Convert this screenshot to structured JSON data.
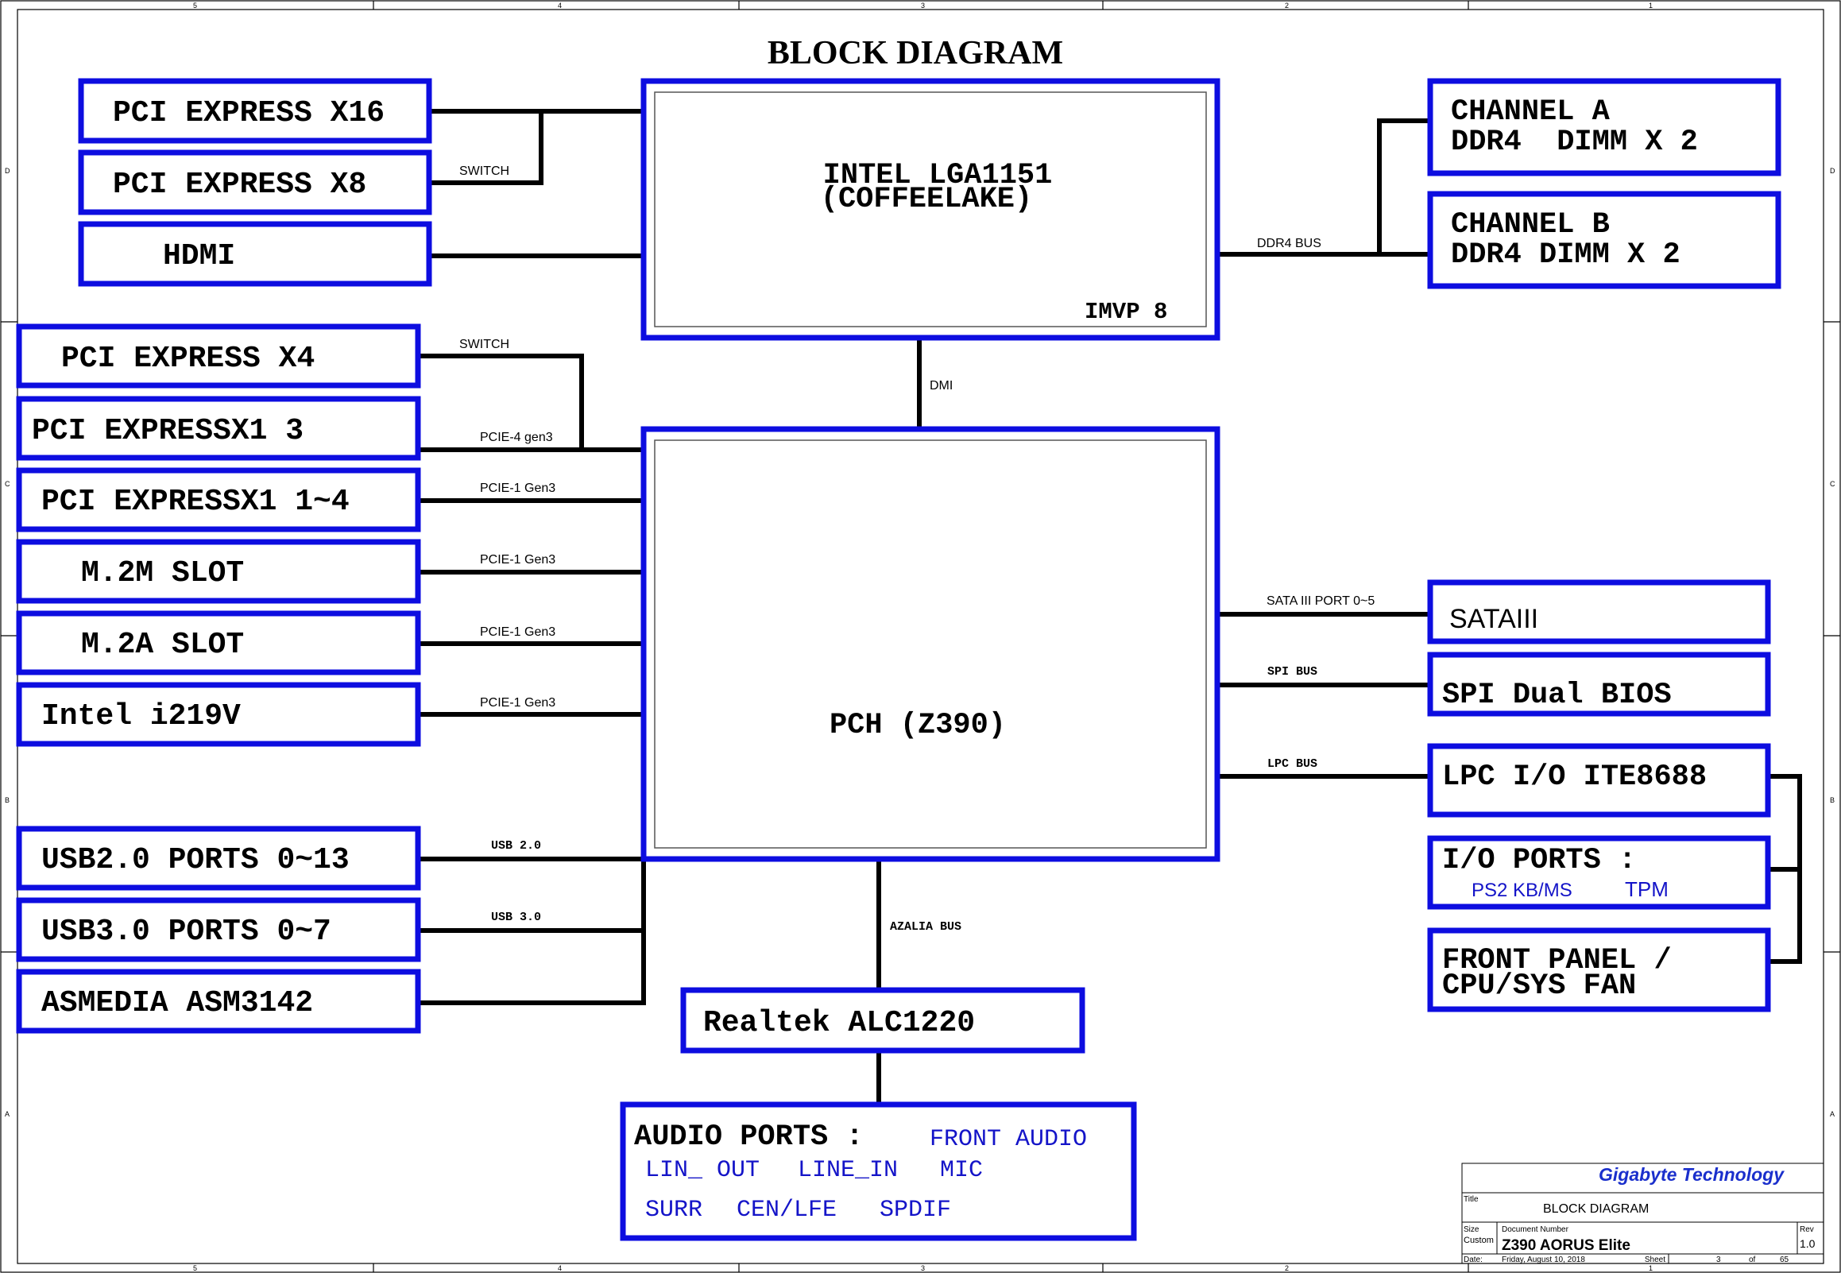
{
  "title": "BLOCK DIAGRAM",
  "cpu": {
    "line1": "INTEL LGA1151",
    "line2": "(COFFEELAKE)",
    "vr": "IMVP 8"
  },
  "pch": {
    "label": "PCH (Z390)"
  },
  "left_top": [
    {
      "label": "PCI EXPRESS X16"
    },
    {
      "label": "PCI EXPRESS X8"
    },
    {
      "label": "HDMI"
    }
  ],
  "left_mid": [
    {
      "label": "PCI EXPRESS X4"
    },
    {
      "label": "PCI EXPRESSX1 3"
    },
    {
      "label": "PCI EXPRESSX1 1~4"
    },
    {
      "label": "M.2M SLOT"
    },
    {
      "label": "M.2A SLOT"
    },
    {
      "label": "Intel i219V"
    }
  ],
  "left_bottom": [
    {
      "label": "USB2.0 PORTS 0~13"
    },
    {
      "label": "USB3.0 PORTS 0~7"
    },
    {
      "label": "ASMEDIA ASM3142"
    }
  ],
  "memory": [
    {
      "line1": "CHANNEL A",
      "line2": "DDR4  DIMM X 2"
    },
    {
      "line1": "CHANNEL B",
      "line2": "DDR4 DIMM X 2"
    }
  ],
  "right_io": {
    "sata": "SATAIII",
    "spi": "SPI Dual BIOS",
    "lpc": "LPC I/O ITE8688",
    "io_title": "I/O PORTS :",
    "io_items": [
      "PS2 KB/MS",
      "TPM"
    ],
    "front_line1": "FRONT PANEL /",
    "front_line2": "CPU/SYS FAN"
  },
  "audio": {
    "codec": "Realtek ALC1220",
    "ports_title": "AUDIO PORTS :",
    "row1": [
      "FRONT AUDIO"
    ],
    "row2": [
      "LIN_ OUT",
      "LINE_IN",
      "MIC"
    ],
    "row3": [
      "SURR",
      "CEN/LFE",
      "SPDIF"
    ]
  },
  "bus_labels": {
    "switch_top": "SWITCH",
    "switch_mid": "SWITCH",
    "ddr4_bus": "DDR4 BUS",
    "dmi": "DMI",
    "pcie4": "PCIE-4 gen3",
    "pcie1_a": "PCIE-1 Gen3",
    "pcie1_b": "PCIE-1 Gen3",
    "pcie1_c": "PCIE-1 Gen3",
    "pcie1_d": "PCIE-1 Gen3",
    "sata_port": "SATA III PORT 0~5",
    "spi_bus": "SPI BUS",
    "lpc_bus": "LPC BUS",
    "usb20": "USB 2.0",
    "usb30": "USB 3.0",
    "azalia": "AZALIA BUS"
  },
  "frame": {
    "col_top": [
      "5",
      "4",
      "3",
      "2",
      "1"
    ],
    "col_bottom": [
      "5",
      "4",
      "3",
      "2",
      "1"
    ],
    "row_left": [
      "D",
      "C",
      "B",
      "A"
    ],
    "row_right": [
      "D",
      "C",
      "B",
      "A"
    ]
  },
  "title_block": {
    "company": "Gigabyte Technology",
    "title_label": "Title",
    "title": "BLOCK DIAGRAM",
    "size_label": "Size",
    "size": "Custom",
    "docnum_label": "Document Number",
    "docnum": "Z390 AORUS Elite",
    "rev_label": "Rev",
    "rev": "1.0",
    "date_label": "Date:",
    "date": "Friday, August 10, 2018",
    "sheet_label": "Sheet",
    "sheet": "3",
    "of_label": "of",
    "total": "65"
  },
  "colors": {
    "block_border": "#0d0de0",
    "wire": "#000000",
    "blue_text": "#1414c8"
  }
}
